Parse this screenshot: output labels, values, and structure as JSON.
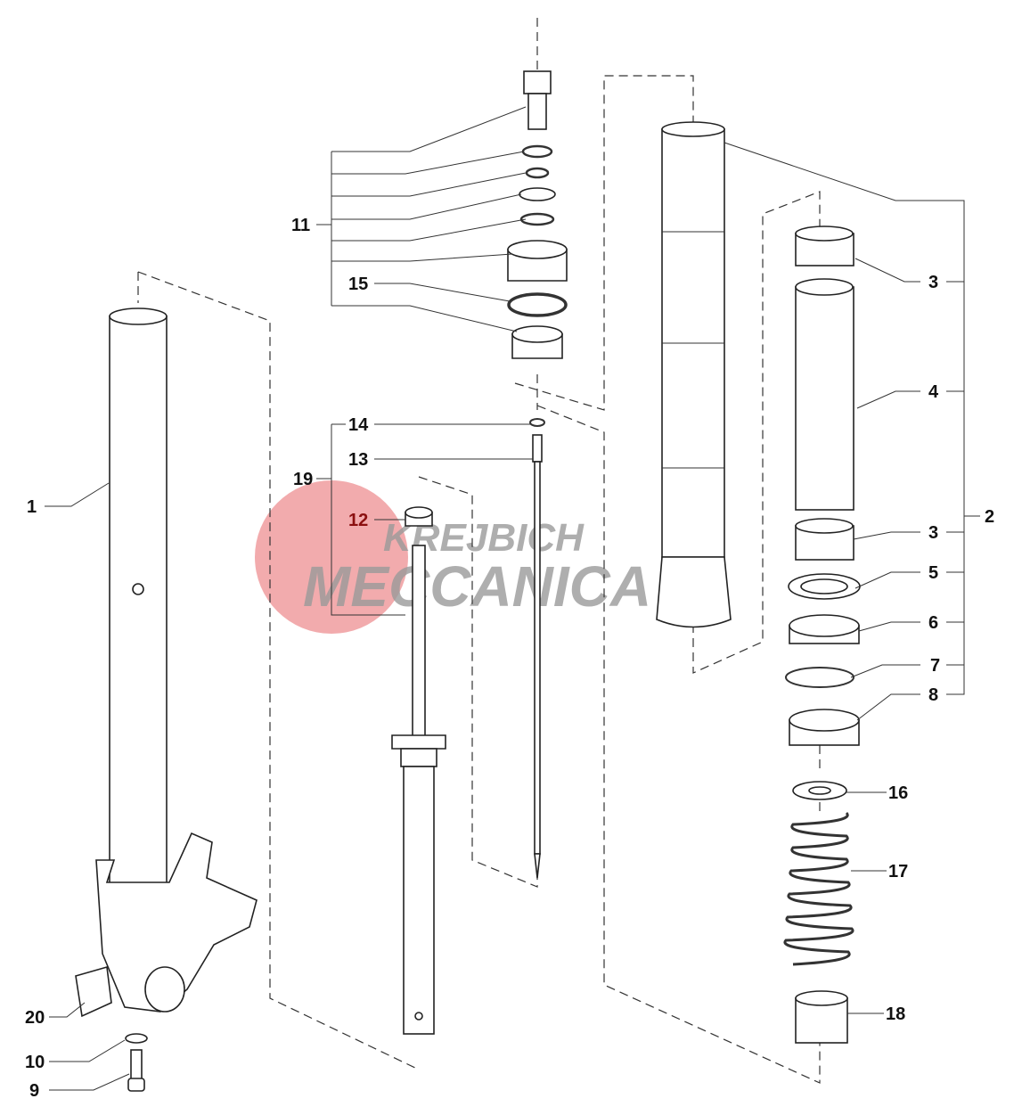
{
  "diagram": {
    "title": "Front fork exploded view",
    "watermark": {
      "line1": "KREJBICH",
      "line2": "MECCANICA",
      "accent_color": "#e8666a"
    },
    "labels": {
      "p1": "1",
      "p2": "2",
      "p3a": "3",
      "p3b": "3",
      "p4": "4",
      "p5": "5",
      "p6": "6",
      "p7": "7",
      "p8": "8",
      "p9": "9",
      "p10": "10",
      "p11": "11",
      "p12": "12",
      "p13": "13",
      "p14": "14",
      "p15": "15",
      "p16": "16",
      "p17": "17",
      "p18": "18",
      "p19": "19",
      "p20": "20"
    }
  }
}
